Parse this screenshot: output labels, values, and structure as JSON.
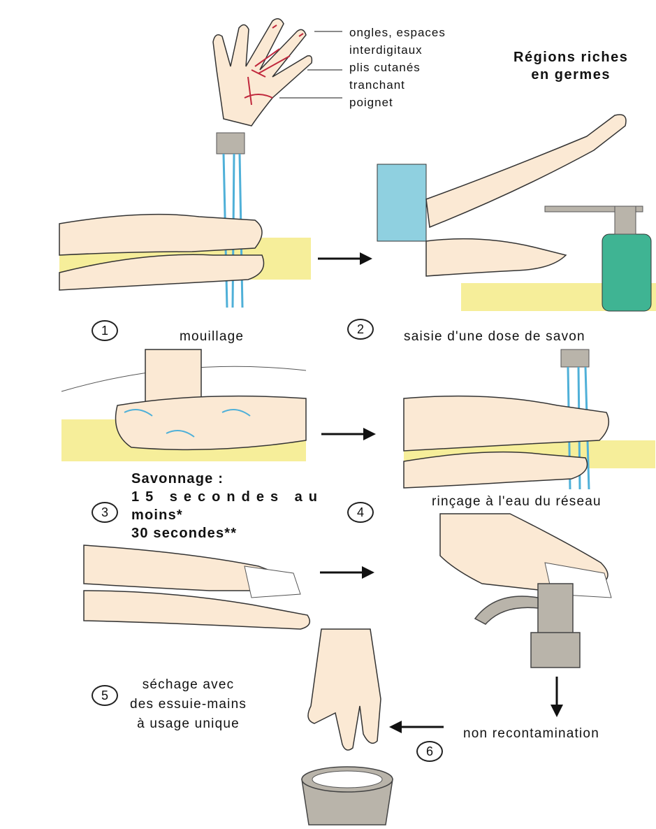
{
  "header": {
    "title_line1": "Régions riches",
    "title_line2": "en germes",
    "annotations": [
      "ongles, espaces",
      "interdigitaux",
      "plis cutanés",
      "tranchant",
      "poignet"
    ]
  },
  "steps": [
    {
      "number": "1",
      "label": "mouillage"
    },
    {
      "number": "2",
      "label": "saisie d'une dose de savon"
    },
    {
      "number": "3",
      "label_lines": [
        "Savonnage :",
        "15 secondes au",
        "moins*",
        "30 secondes**"
      ]
    },
    {
      "number": "4",
      "label": "rinçage à l'eau du réseau"
    },
    {
      "number": "5",
      "label_lines": [
        "séchage avec",
        "des essuie-mains",
        "à usage unique"
      ]
    },
    {
      "number": "6",
      "label": "non recontamination"
    }
  ],
  "colors": {
    "skin": "#fbe9d4",
    "skin_shadow": "#f2d5b5",
    "sink_yellow": "#f6ee9a",
    "water_blue": "#4fb0d8",
    "soap_green": "#3fb493",
    "sleeve_blue": "#8fd0e0",
    "metal": "#b9b4aa",
    "outline": "#333333",
    "red_marks": "#c0283c"
  },
  "icons": [
    "arrow-right-icon",
    "arrow-down-icon",
    "arrow-left-icon"
  ]
}
